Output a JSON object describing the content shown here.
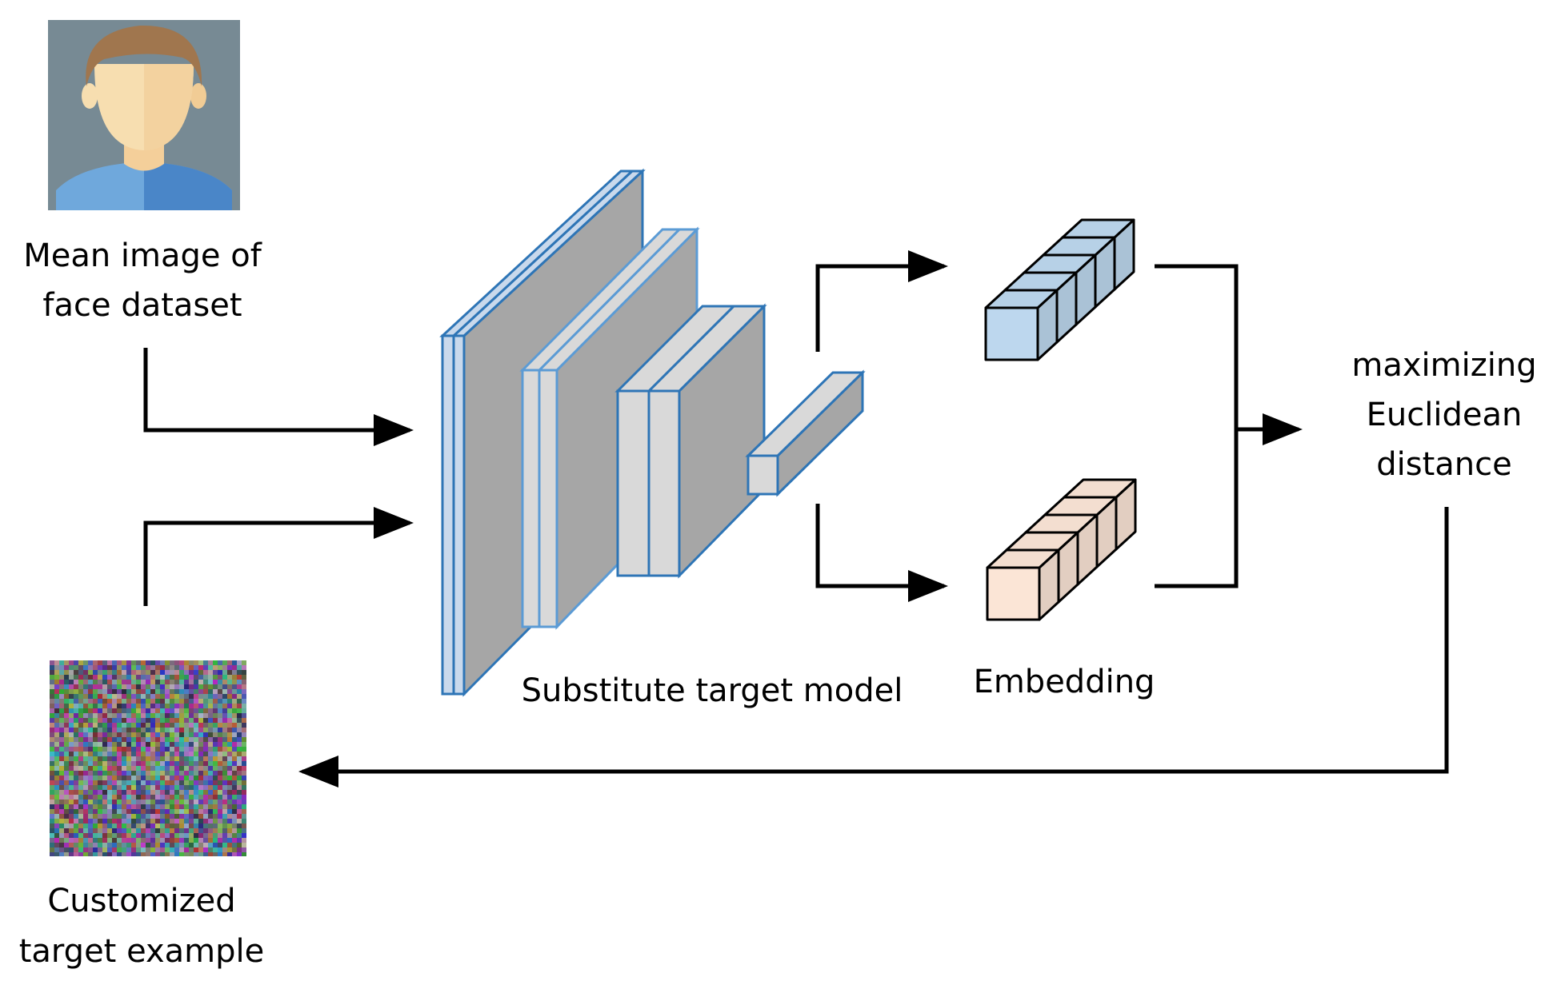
{
  "labels": {
    "mean_image_line1": "Mean image of",
    "mean_image_line2": "face dataset",
    "model": "Substitute target model",
    "embedding": "Embedding",
    "objective_line1": "maximizing",
    "objective_line2": "Euclidean",
    "objective_line3": "distance",
    "custom_line1": "Customized",
    "custom_line2": "target example"
  },
  "colors": {
    "blue_edge": "#2e75b6",
    "light_blue_edge": "#5b9bd5",
    "layer_gray_front": "#a6a6a6",
    "layer_gray_side": "#d0d0d0",
    "embedding_blue": "#bdd7ee",
    "embedding_peach": "#fbe5d6",
    "avatar_bg": "#778a94",
    "avatar_hair": "#a0764e",
    "avatar_skin": "#f7deb0",
    "avatar_shirt": "#5b9bd5",
    "arrow": "#000000"
  },
  "icons": {
    "avatar": "person-avatar-icon",
    "noise": "random-noise-image"
  }
}
